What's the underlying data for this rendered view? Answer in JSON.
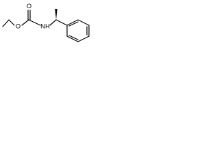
{
  "molecule": {
    "atoms": {
      "carbonyl_oxygen": "O",
      "ester_oxygen": "O",
      "amide_nitrogen": "NH"
    },
    "stereo": "wedge",
    "colors": {
      "bond": "#000000",
      "label": "#000000",
      "background": "#ffffff"
    }
  }
}
